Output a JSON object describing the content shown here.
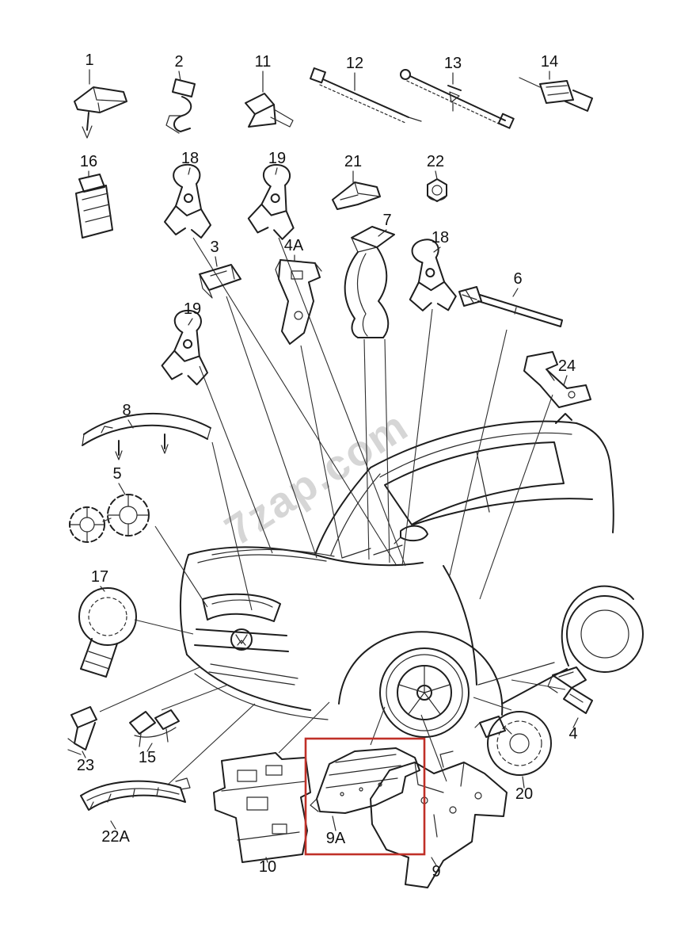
{
  "diagram": {
    "watermark": "7zap.com",
    "highlight_color": "#c03028",
    "parts": [
      {
        "label": "1"
      },
      {
        "label": "2"
      },
      {
        "label": "11"
      },
      {
        "label": "12"
      },
      {
        "label": "13"
      },
      {
        "label": "14"
      },
      {
        "label": "16"
      },
      {
        "label": "18"
      },
      {
        "label": "19"
      },
      {
        "label": "21"
      },
      {
        "label": "22"
      },
      {
        "label": "3"
      },
      {
        "label": "4A"
      },
      {
        "label": "7"
      },
      {
        "label": "18"
      },
      {
        "label": "6"
      },
      {
        "label": "19"
      },
      {
        "label": "24"
      },
      {
        "label": "8"
      },
      {
        "label": "5"
      },
      {
        "label": "17"
      },
      {
        "label": "23"
      },
      {
        "label": "15"
      },
      {
        "label": "22A"
      },
      {
        "label": "10"
      },
      {
        "label": "9A"
      },
      {
        "label": "9"
      },
      {
        "label": "20"
      },
      {
        "label": "4"
      }
    ]
  }
}
